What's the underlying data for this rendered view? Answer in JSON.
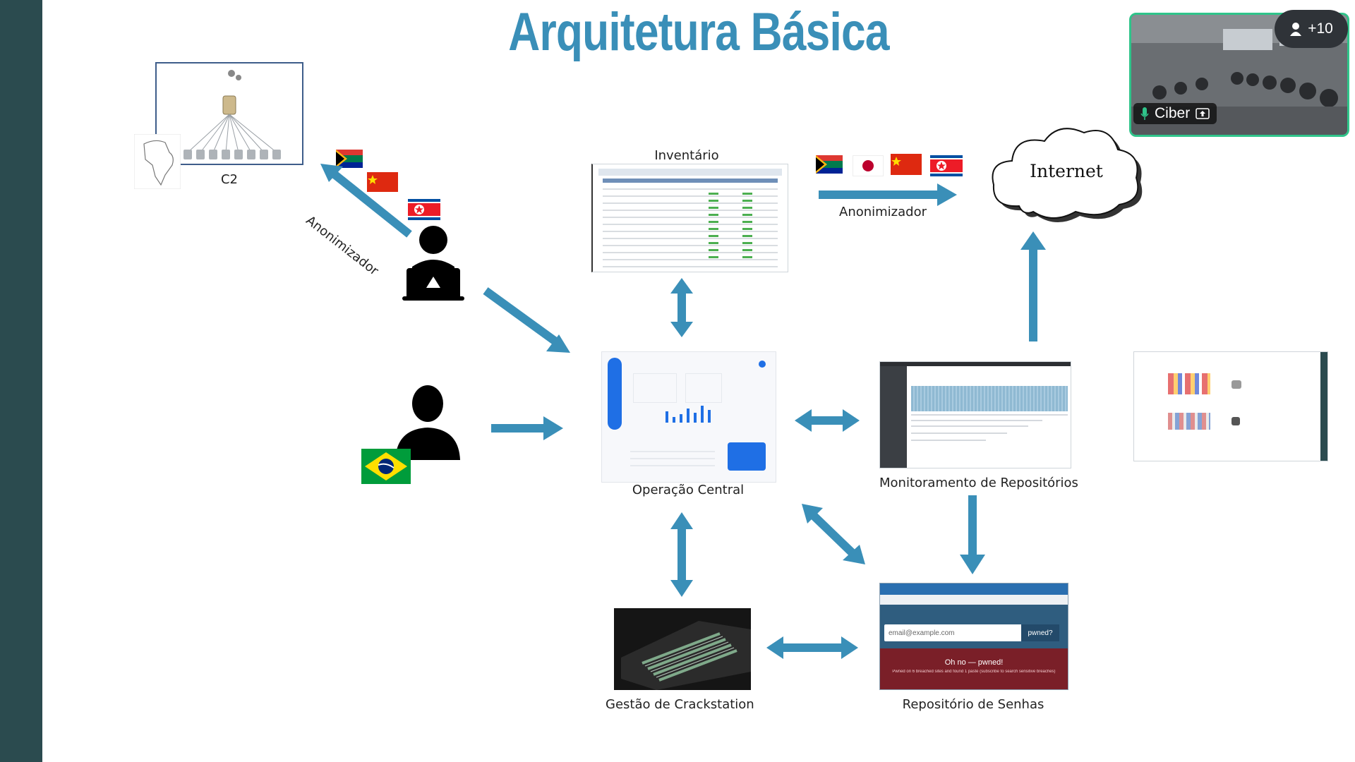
{
  "title": "Arquitetura Básica",
  "nodes": {
    "c2": "C2",
    "inventario": "Inventário",
    "anonimizador_left": "Anonimizador",
    "anonimizador_right": "Anonimizador",
    "internet": "Internet",
    "operacao_central": "Operação Central",
    "monitoramento": "Monitoramento de Repositórios",
    "crackstation": "Gestão de Crackstation",
    "repositorio": "Repositório de Senhas"
  },
  "hibp": {
    "email_placeholder": "email@example.com",
    "pwned_button": "pwned?",
    "result_title": "Oh no — pwned!",
    "result_detail": "Pwned on 6 breached sites and found 1 paste (subscribe to search sensitive breaches)"
  },
  "meeting": {
    "participants": "+10",
    "speaker_name": "Ciber"
  },
  "colors": {
    "arrow": "#3a8fb8",
    "title": "#3a8fb8",
    "sidebar": "#2b4b4f",
    "video_border": "#2fc48a"
  },
  "icons": [
    "user-laptop-icon",
    "user-silhouette-icon",
    "cloud-icon",
    "microphone-icon",
    "share-screen-icon",
    "person-icon",
    "server-icon",
    "africa-map-icon"
  ]
}
